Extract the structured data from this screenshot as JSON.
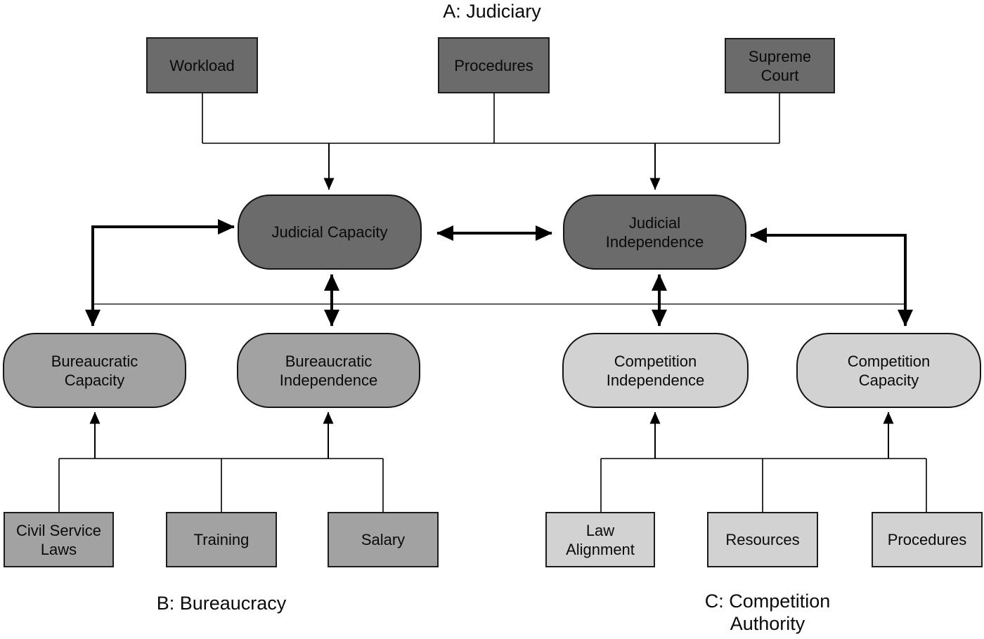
{
  "colors": {
    "fill-dark": "#6b6b6b",
    "fill-medium": "#a2a2a2",
    "fill-light": "#d2d2d2",
    "line-color": "#000000"
  },
  "panels": {
    "a": {
      "title": "A: Judiciary",
      "sources": [
        {
          "label": "Workload"
        },
        {
          "label": "Procedures"
        },
        {
          "label": "Supreme Court"
        }
      ],
      "nodes": [
        {
          "label": "Judicial Capacity"
        },
        {
          "label": "Judicial Independence"
        }
      ]
    },
    "b": {
      "title": "B: Bureaucracy",
      "nodes": [
        {
          "label": "Bureaucratic Capacity"
        },
        {
          "label": "Bureaucratic Independence"
        }
      ],
      "sources": [
        {
          "label": "Civil Service Laws"
        },
        {
          "label": "Training"
        },
        {
          "label": "Salary"
        }
      ]
    },
    "c": {
      "title": "C: Competition Authority",
      "nodes": [
        {
          "label": "Competition Independence"
        },
        {
          "label": "Competition Capacity"
        }
      ],
      "sources": [
        {
          "label": "Law Alignment"
        },
        {
          "label": "Resources"
        },
        {
          "label": "Procedures"
        }
      ]
    }
  }
}
